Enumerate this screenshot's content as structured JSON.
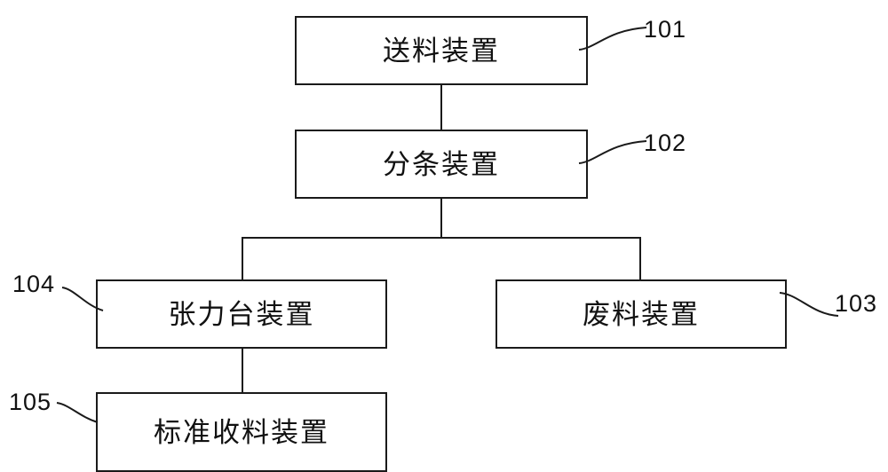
{
  "diagram": {
    "title": "",
    "nodes": [
      {
        "id": "feed",
        "label": "送料装置",
        "ref": "101"
      },
      {
        "id": "slit",
        "label": "分条装置",
        "ref": "102"
      },
      {
        "id": "waste",
        "label": "废料装置",
        "ref": "103"
      },
      {
        "id": "tension",
        "label": "张力台装置",
        "ref": "104"
      },
      {
        "id": "std",
        "label": "标准收料装置",
        "ref": "105"
      }
    ],
    "colors": {
      "stroke": "#1a1a1a",
      "text": "#111111",
      "background": "#ffffff"
    }
  }
}
